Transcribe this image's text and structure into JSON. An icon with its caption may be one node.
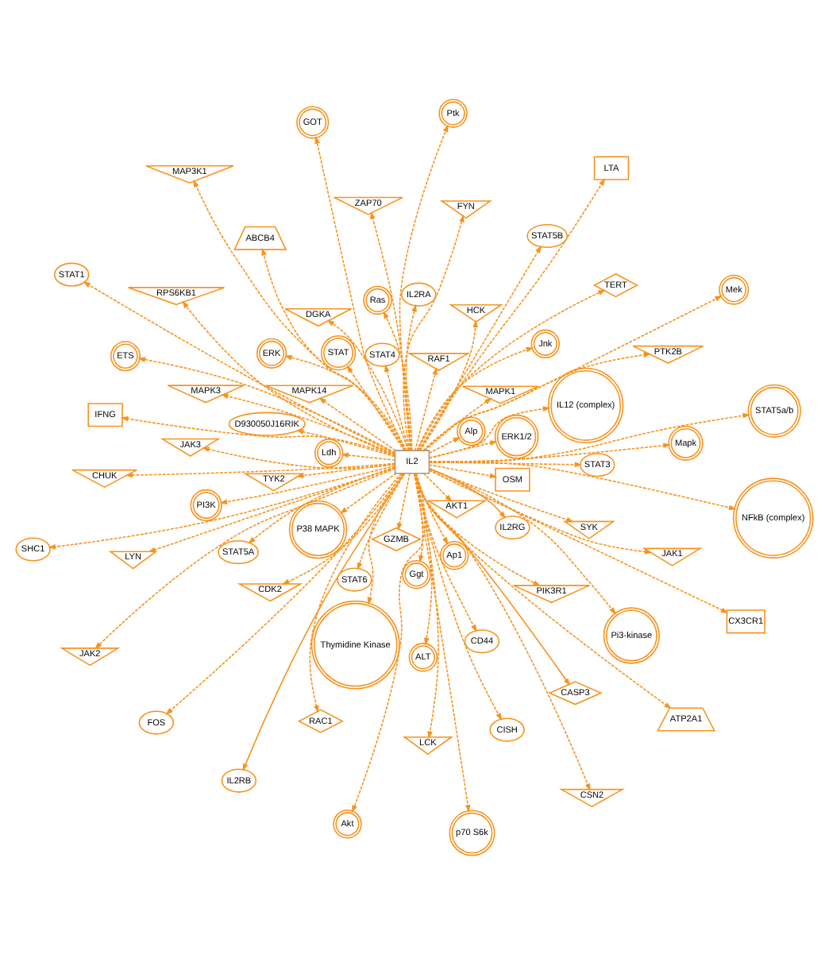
{
  "diagram": {
    "nodes": [
      {
        "text": [
          "IL2"
        ]
      },
      {
        "text": [
          "AKT1"
        ]
      },
      {
        "text": [
          "ALT"
        ]
      },
      {
        "text": [
          "ABCB4"
        ]
      },
      {
        "text": [
          "ATP2A1"
        ]
      },
      {
        "text": [
          "Alp"
        ]
      },
      {
        "text": [
          "CDK2"
        ]
      },
      {
        "text": [
          "CASP3"
        ]
      },
      {
        "text": [
          "Akt"
        ]
      },
      {
        "text": [
          "Ap1"
        ]
      },
      {
        "text": [
          "CD44"
        ]
      },
      {
        "text": [
          "CHUK"
        ]
      },
      {
        "text": [
          "CX3CR1"
        ]
      },
      {
        "text": [
          "ERK1/2"
        ]
      },
      {
        "text": [
          "DGKA"
        ]
      },
      {
        "text": [
          "CISH"
        ]
      },
      {
        "text": [
          "CSN2"
        ]
      },
      {
        "text": [
          "D930050J16RIK"
        ]
      },
      {
        "text": [
          "ERK"
        ]
      },
      {
        "text": [
          "ETS"
        ]
      },
      {
        "text": [
          "FOS"
        ]
      },
      {
        "text": [
          "GZMB"
        ]
      },
      {
        "text": [
          "HCK"
        ]
      },
      {
        "text": [
          "FYN"
        ]
      },
      {
        "text": [
          "GOT"
        ]
      },
      {
        "text": [
          "Ggt"
        ]
      },
      {
        "text": [
          "IL12 (complex)"
        ]
      },
      {
        "text": [
          "IFNG"
        ]
      },
      {
        "text": [
          "IL2RB"
        ]
      },
      {
        "text": [
          "IL2RG"
        ]
      },
      {
        "text": [
          "IL2RA"
        ]
      },
      {
        "text": [
          "JAK1"
        ]
      },
      {
        "text": [
          "JAK2"
        ]
      },
      {
        "text": [
          "Ldh"
        ]
      },
      {
        "text": [
          "Jnk"
        ]
      },
      {
        "text": [
          "LCK"
        ]
      },
      {
        "text": [
          "LTA"
        ]
      },
      {
        "text": [
          "MAPK1"
        ]
      },
      {
        "text": [
          "JAK3"
        ]
      },
      {
        "text": [
          "LYN"
        ]
      },
      {
        "text": [
          "MAP3K1"
        ]
      },
      {
        "text": [
          "MAPK14"
        ]
      },
      {
        "text": [
          "MAPK3"
        ]
      },
      {
        "text": [
          "Mapk"
        ]
      },
      {
        "text": [
          "NFkB (complex)"
        ]
      },
      {
        "text": [
          "P38 MAPK"
        ]
      },
      {
        "text": [
          "PIK3R1"
        ]
      },
      {
        "text": [
          "Pi3-kinase"
        ]
      },
      {
        "text": [
          "Mek"
        ]
      },
      {
        "text": [
          "OSM"
        ]
      },
      {
        "text": [
          "PI3K"
        ]
      },
      {
        "text": [
          "PTK2B"
        ]
      },
      {
        "text": [
          "Ptk"
        ]
      },
      {
        "text": [
          "RAF1"
        ]
      },
      {
        "text": [
          "Ras"
        ]
      },
      {
        "text": [
          "RAC1"
        ]
      },
      {
        "text": [
          "SHC1"
        ]
      },
      {
        "text": [
          "STAT"
        ]
      },
      {
        "text": [
          "STAT3"
        ]
      },
      {
        "text": [
          "RPS6KB1"
        ]
      },
      {
        "text": [
          "STAT1"
        ]
      },
      {
        "text": [
          "STAT4"
        ]
      },
      {
        "text": [
          "STAT5A"
        ]
      },
      {
        "text": [
          "STAT5B"
        ]
      },
      {
        "text": [
          "STAT5a/b"
        ]
      },
      {
        "text": [
          "STAT6"
        ]
      },
      {
        "text": [
          "SYK"
        ]
      },
      {
        "text": [
          "TERT"
        ]
      },
      {
        "text": [
          "p70 S6k"
        ]
      },
      {
        "text": [
          "TYK2"
        ]
      },
      {
        "text": [
          "Thymidine Kinase"
        ]
      },
      {
        "text": [
          "ZAP70"
        ]
      }
    ],
    "edges": [
      {
        "from": 0,
        "to": 1,
        "arrow": "to",
        "style": "dashed"
      },
      {
        "from": 0,
        "to": 2,
        "arrow": "to",
        "style": "dashed"
      },
      {
        "from": 0,
        "to": 3,
        "arrow": "to",
        "style": "dashed"
      },
      {
        "from": 0,
        "to": 4,
        "arrow": "to",
        "style": "dashed"
      },
      {
        "from": 0,
        "to": 5,
        "arrow": "to",
        "style": "dashed"
      },
      {
        "from": 0,
        "to": 6,
        "arrow": "to",
        "style": "dashed"
      },
      {
        "from": 0,
        "to": 7,
        "arrow": "to"
      },
      {
        "from": 0,
        "to": 8,
        "arrow": "to",
        "style": "dashed"
      },
      {
        "from": 0,
        "to": 9,
        "arrow": "to",
        "style": "dashed"
      },
      {
        "from": 0,
        "to": 10,
        "arrow": "to",
        "style": "dashed"
      },
      {
        "from": 0,
        "to": 11,
        "arrow": "to",
        "style": "dashed"
      },
      {
        "from": 0,
        "to": 12,
        "arrow": "to",
        "style": "dashed"
      },
      {
        "from": 0,
        "to": 13,
        "arrow": "to",
        "style": "dashed"
      },
      {
        "from": 0,
        "to": 14,
        "arrow": "to",
        "style": "dashed"
      },
      {
        "from": 0,
        "to": 15,
        "arrow": "to",
        "style": "dashed"
      },
      {
        "from": 0,
        "to": 16,
        "arrow": "to",
        "style": "dashed"
      },
      {
        "from": 0,
        "to": 17,
        "arrow": "to",
        "style": "dashed"
      },
      {
        "from": 0,
        "to": 18,
        "arrow": "to",
        "style": "dashed"
      },
      {
        "from": 0,
        "to": 19,
        "arrow": "to",
        "style": "dashed"
      },
      {
        "from": 0,
        "to": 20,
        "arrow": "to",
        "style": "dashed"
      },
      {
        "from": 0,
        "to": 21,
        "arrow": "to",
        "style": "dashed"
      },
      {
        "from": 0,
        "to": 22,
        "arrow": "to",
        "style": "dashed"
      },
      {
        "from": 0,
        "to": 23,
        "arrow": "to",
        "style": "dashed"
      },
      {
        "from": 0,
        "to": 24,
        "arrow": "to",
        "style": "dashed"
      },
      {
        "from": 0,
        "to": 25,
        "arrow": "to",
        "style": "dashed"
      },
      {
        "from": 0,
        "to": 26,
        "arrow": "to",
        "style": "dashed"
      },
      {
        "from": 0,
        "to": 27,
        "arrow": "to",
        "style": "dashed"
      },
      {
        "from": 0,
        "to": 28,
        "arrow": "to"
      },
      {
        "from": 0,
        "to": 29,
        "arrow": "to"
      },
      {
        "from": 0,
        "to": 30,
        "arrow": "to",
        "style": "dashed"
      },
      {
        "from": 0,
        "to": 31,
        "arrow": "to",
        "style": "dashed"
      },
      {
        "from": 0,
        "to": 32,
        "arrow": "to",
        "style": "dashed"
      },
      {
        "from": 0,
        "to": 33,
        "arrow": "to",
        "style": "dashed"
      },
      {
        "from": 0,
        "to": 34,
        "arrow": "to",
        "style": "dashed"
      },
      {
        "from": 0,
        "to": 35,
        "arrow": "to",
        "style": "dashed"
      },
      {
        "from": 0,
        "to": 36,
        "arrow": "to",
        "style": "dashed"
      },
      {
        "from": 0,
        "to": 37,
        "arrow": "to",
        "style": "dashed"
      },
      {
        "from": 0,
        "to": 38,
        "arrow": "to",
        "style": "dashed"
      },
      {
        "from": 0,
        "to": 39,
        "arrow": "to",
        "style": "dashed"
      },
      {
        "from": 0,
        "to": 40,
        "arrow": "to",
        "style": "dashed"
      },
      {
        "from": 0,
        "to": 41,
        "arrow": "to",
        "style": "dashed"
      },
      {
        "from": 0,
        "to": 42,
        "arrow": "to",
        "style": "dashed"
      },
      {
        "from": 0,
        "to": 43,
        "arrow": "to",
        "style": "dashed"
      },
      {
        "from": 0,
        "to": 44,
        "arrow": "to",
        "style": "dashed"
      },
      {
        "from": 0,
        "to": 45,
        "arrow": "to",
        "style": "dashed"
      },
      {
        "from": 0,
        "to": 46,
        "arrow": "to",
        "style": "dashed"
      },
      {
        "from": 0,
        "to": 47,
        "arrow": "to",
        "style": "dashed"
      },
      {
        "from": 0,
        "to": 48,
        "arrow": "to",
        "style": "dashed"
      },
      {
        "from": 0,
        "to": 49,
        "arrow": "to",
        "style": "dashed"
      },
      {
        "from": 0,
        "to": 50,
        "arrow": "to",
        "style": "dashed"
      },
      {
        "from": 0,
        "to": 51,
        "arrow": "to",
        "style": "dashed"
      },
      {
        "from": 0,
        "to": 52,
        "arrow": "to",
        "style": "dashed"
      },
      {
        "from": 0,
        "to": 53,
        "arrow": "to",
        "style": "dashed"
      },
      {
        "from": 0,
        "to": 54,
        "arrow": "to",
        "style": "dashed"
      },
      {
        "from": 0,
        "to": 55,
        "arrow": "to",
        "style": "dashed"
      },
      {
        "from": 0,
        "to": 56,
        "arrow": "to",
        "style": "dashed"
      },
      {
        "from": 0,
        "to": 57,
        "arrow": "to",
        "style": "dashed"
      },
      {
        "from": 0,
        "to": 58,
        "arrow": "to",
        "style": "dashed"
      },
      {
        "from": 0,
        "to": 59,
        "arrow": "to",
        "style": "dashed"
      },
      {
        "from": 0,
        "to": 60,
        "arrow": "to",
        "style": "dashed"
      },
      {
        "from": 0,
        "to": 61,
        "arrow": "to",
        "style": "dashed"
      },
      {
        "from": 0,
        "to": 62,
        "arrow": "to",
        "style": "dashed"
      },
      {
        "from": 0,
        "to": 63,
        "arrow": "to",
        "style": "dashed"
      },
      {
        "from": 0,
        "to": 64,
        "arrow": "to",
        "style": "dashed"
      },
      {
        "from": 0,
        "to": 65,
        "arrow": "to",
        "style": "dashed"
      },
      {
        "from": 0,
        "to": 66,
        "arrow": "to",
        "style": "dashed"
      },
      {
        "from": 0,
        "to": 67,
        "arrow": "to",
        "style": "dashed"
      },
      {
        "from": 0,
        "to": 68,
        "arrow": "to",
        "style": "dashed"
      },
      {
        "from": 0,
        "to": 69,
        "arrow": "to",
        "style": "dashed"
      },
      {
        "from": 0,
        "to": 70,
        "arrow": "to",
        "style": "dashed"
      },
      {
        "from": 0,
        "to": 71,
        "arrow": "to",
        "style": "dashed"
      }
    ]
  }
}
